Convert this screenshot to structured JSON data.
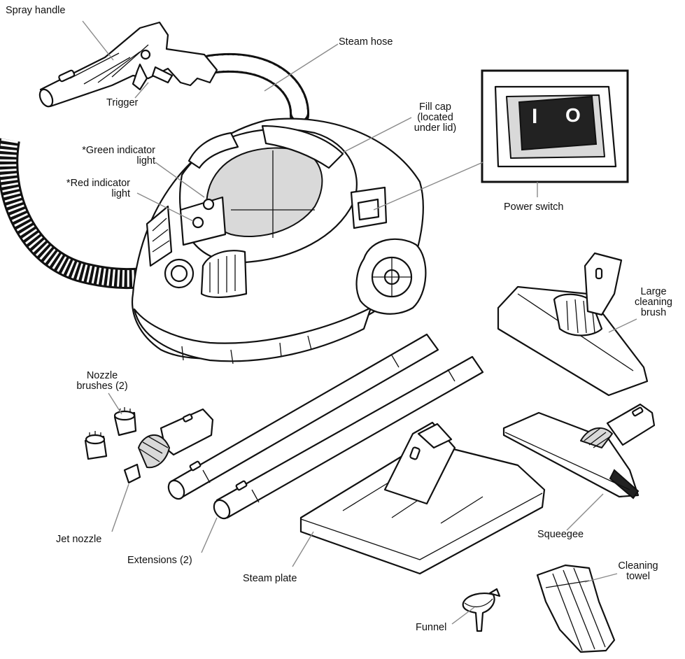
{
  "labels": {
    "spray_handle": "Spray handle",
    "steam_hose": "Steam hose",
    "trigger": "Trigger",
    "fill_cap_1": "Fill cap",
    "fill_cap_2": "(located",
    "fill_cap_3": "under lid)",
    "green_light_1": "*Green indicator",
    "green_light_2": "light",
    "red_light_1": "*Red indicator",
    "red_light_2": "light",
    "power_switch": "Power switch",
    "switch_on": "I",
    "switch_off": "O",
    "large_brush_1": "Large",
    "large_brush_2": "cleaning",
    "large_brush_3": "brush",
    "nozzle_brushes_1": "Nozzle",
    "nozzle_brushes_2": "brushes (2)",
    "jet_nozzle": "Jet nozzle",
    "extensions": "Extensions (2)",
    "steam_plate": "Steam plate",
    "squeegee": "Squeegee",
    "cleaning_towel_1": "Cleaning",
    "cleaning_towel_2": "towel",
    "funnel": "Funnel"
  }
}
